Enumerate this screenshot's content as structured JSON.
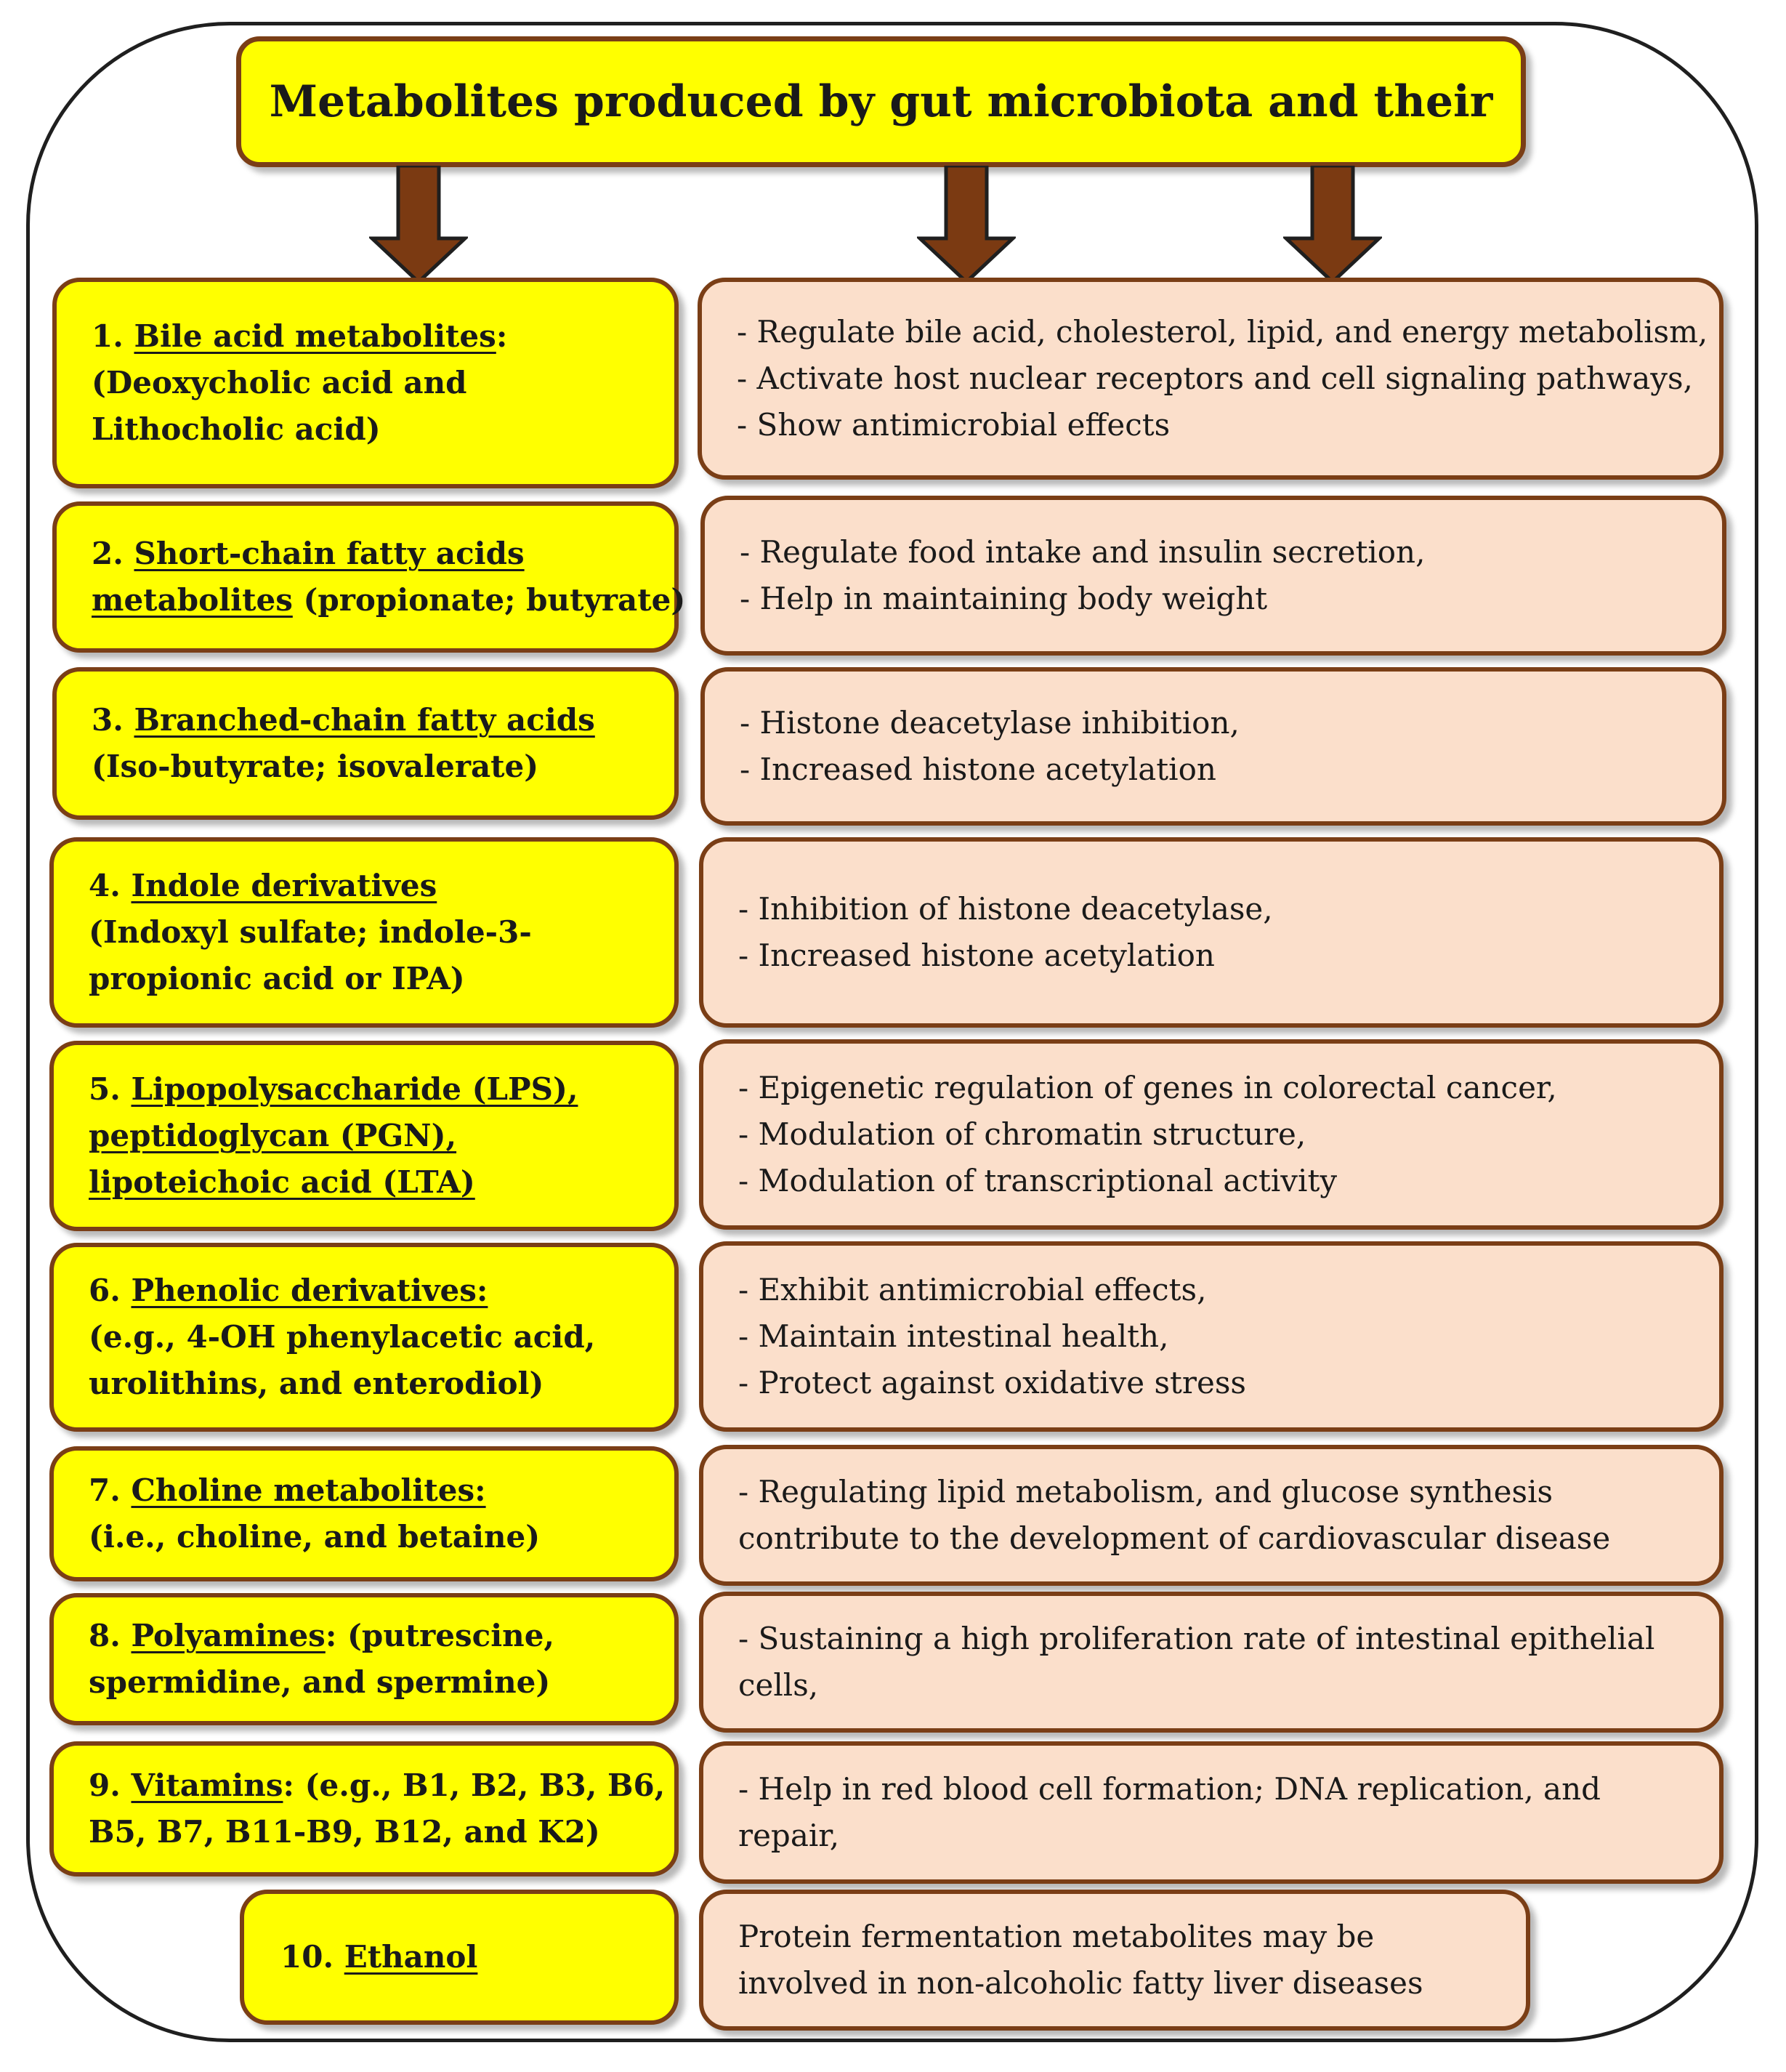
{
  "title": "Metabolites produced by gut microbiota and their",
  "arrow_color": "#7b3a12",
  "box_colors": {
    "metabolite_fill": "#ffff00",
    "effect_fill": "#fbdfcb",
    "border": "#7a3e16"
  },
  "rows": [
    {
      "number": "1.",
      "name": "Bile acid metabolites",
      "suffix": ":",
      "detail_lines": [
        "(Deoxycholic acid and",
        "Lithocholic acid)"
      ],
      "effects": [
        "- Regulate bile acid, cholesterol, lipid, and energy metabolism,",
        "- Activate host nuclear receptors and cell signaling pathways,",
        "- Show antimicrobial effects"
      ]
    },
    {
      "number": "2.",
      "name_lines": [
        "Short-chain fatty acids",
        "metabolites"
      ],
      "suffix": " (propionate; butyrate)",
      "detail_lines": [],
      "effects": [
        "- Regulate food intake and insulin secretion,",
        "- Help in maintaining body weight"
      ]
    },
    {
      "number": "3.",
      "name": "Branched-chain fatty acids",
      "suffix": "",
      "detail_lines": [
        "(Iso-butyrate; isovalerate)"
      ],
      "effects": [
        "- Histone deacetylase inhibition,",
        "- Increased histone acetylation"
      ]
    },
    {
      "number": "4.",
      "name": "Indole derivatives",
      "suffix": "",
      "detail_lines": [
        "(Indoxyl sulfate; indole-3-",
        "propionic acid or IPA)"
      ],
      "effects": [
        "- Inhibition of histone deacetylase,",
        "- Increased histone acetylation"
      ]
    },
    {
      "number": "5.",
      "name_lines": [
        "Lipopolysaccharide (LPS),",
        "peptidoglycan (PGN),",
        "lipoteichoic acid (LTA)"
      ],
      "suffix": "",
      "detail_lines": [],
      "effects": [
        "- Epigenetic regulation of genes in colorectal cancer,",
        "- Modulation of chromatin structure,",
        "- Modulation of transcriptional activity"
      ]
    },
    {
      "number": "6.",
      "name": "Phenolic derivatives:",
      "suffix": "",
      "detail_lines": [
        "(e.g., 4-OH phenylacetic acid,",
        "urolithins, and enterodiol)"
      ],
      "effects": [
        "- Exhibit antimicrobial effects,",
        "- Maintain intestinal health,",
        "- Protect against oxidative stress"
      ]
    },
    {
      "number": "7.",
      "name": "Choline metabolites:",
      "suffix": "",
      "detail_lines": [
        "(i.e., choline, and betaine)"
      ],
      "effects": [
        "- Regulating lipid metabolism, and glucose synthesis",
        "contribute to the development of cardiovascular disease"
      ]
    },
    {
      "number": "8.",
      "name": "Polyamines",
      "suffix": ": (putrescine,",
      "detail_lines": [
        "spermidine, and spermine)"
      ],
      "effects": [
        "- Sustaining a high proliferation rate of intestinal epithelial",
        "cells,"
      ]
    },
    {
      "number": "9.",
      "name": "Vitamins",
      "suffix": ": (e.g., B1, B2, B3, B6,",
      "detail_lines": [
        "B5, B7, B11-B9, B12, and K2)"
      ],
      "effects": [
        "- Help in red blood cell formation; DNA replication, and",
        "repair,"
      ]
    },
    {
      "number": "10.",
      "name": "Ethanol",
      "suffix": "",
      "detail_lines": [],
      "effects": [
        "Protein fermentation metabolites may be",
        "involved in non-alcoholic fatty liver diseases"
      ]
    }
  ]
}
